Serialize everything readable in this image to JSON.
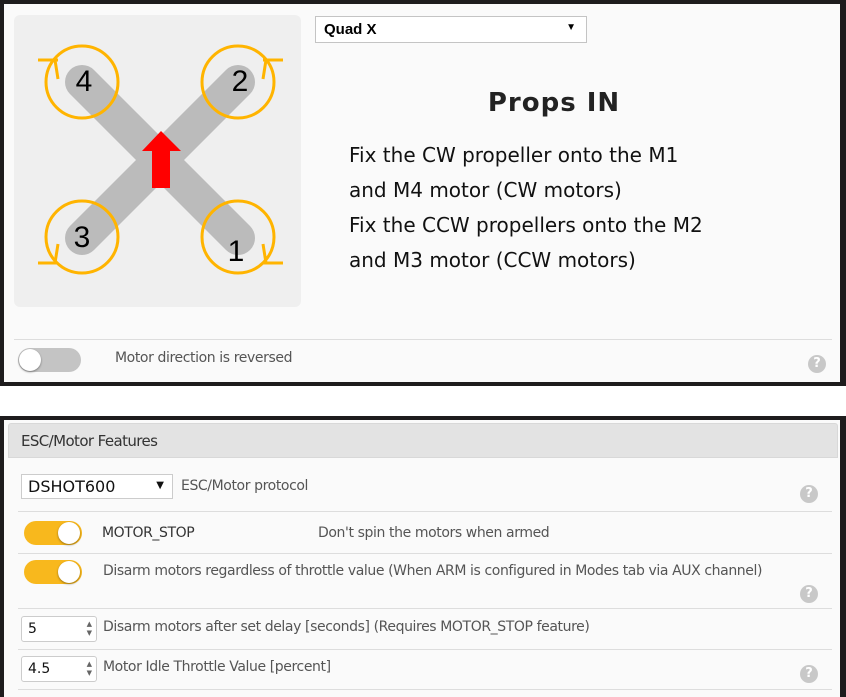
{
  "mixer": {
    "selected": "Quad X",
    "motors": [
      "1",
      "2",
      "3",
      "4"
    ],
    "props_title": "Props IN",
    "instructions": [
      "Fix the CW propeller onto the M1",
      "and M4 motor (CW motors)",
      "Fix the CCW propellers onto the M2",
      "and M3 motor (CCW motors)"
    ],
    "reverse_label": "Motor direction is reversed",
    "reverse_on": false
  },
  "esc": {
    "title": "ESC/Motor Features",
    "protocol_value": "DSHOT600",
    "protocol_label": "ESC/Motor protocol",
    "motor_stop_name": "MOTOR_STOP",
    "motor_stop_desc": "Don't spin the motors when armed",
    "motor_stop_on": true,
    "disarm_label": "Disarm motors regardless of throttle value (When ARM is configured in Modes tab via AUX channel)",
    "disarm_on": true,
    "delay_value": "5",
    "delay_label": "Disarm motors after set delay [seconds] (Requires MOTOR_STOP feature)",
    "idle_value": "4.5",
    "idle_label": "Motor Idle Throttle Value [percent]"
  },
  "colors": {
    "accent": "#f8b81d",
    "prop": "#ffb400",
    "arrow": "#ff0000",
    "arm": "#bbbbbb"
  },
  "help_glyph": "?"
}
